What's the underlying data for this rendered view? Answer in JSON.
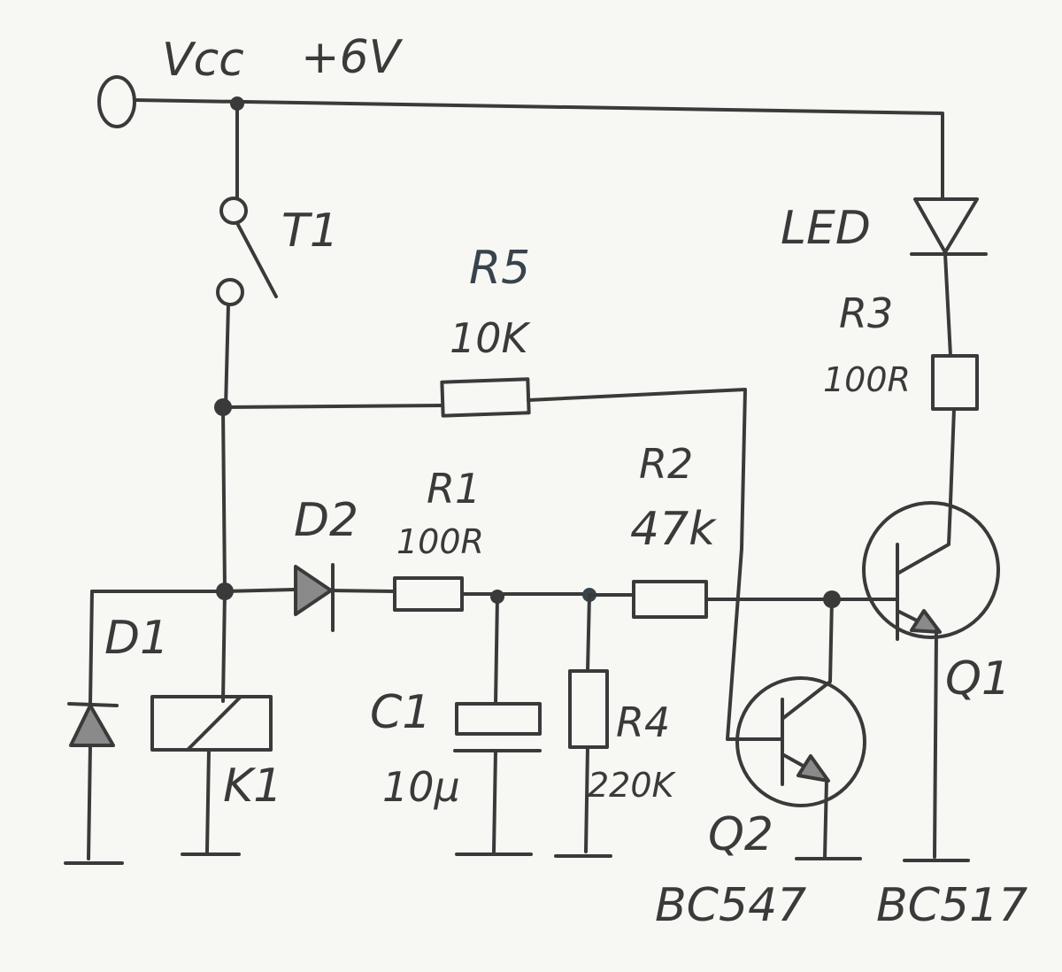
{
  "supply": {
    "name": "Vcc",
    "voltage": "+6V"
  },
  "switch": {
    "name": "T1"
  },
  "led": {
    "name": "LED"
  },
  "r3": {
    "name": "R3",
    "value": "100R"
  },
  "r5": {
    "name": "R5",
    "value": "10K"
  },
  "d2": {
    "name": "D2"
  },
  "r1": {
    "name": "R1",
    "value": "100R"
  },
  "r2": {
    "name": "R2",
    "value": "47k"
  },
  "d1": {
    "name": "D1"
  },
  "k1": {
    "name": "K1"
  },
  "c1": {
    "name": "C1",
    "value": "10µ"
  },
  "r4": {
    "name": "R4",
    "value": "220K"
  },
  "q1": {
    "name": "Q1",
    "type": "BC517"
  },
  "q2": {
    "name": "Q2",
    "type": "BC547"
  }
}
